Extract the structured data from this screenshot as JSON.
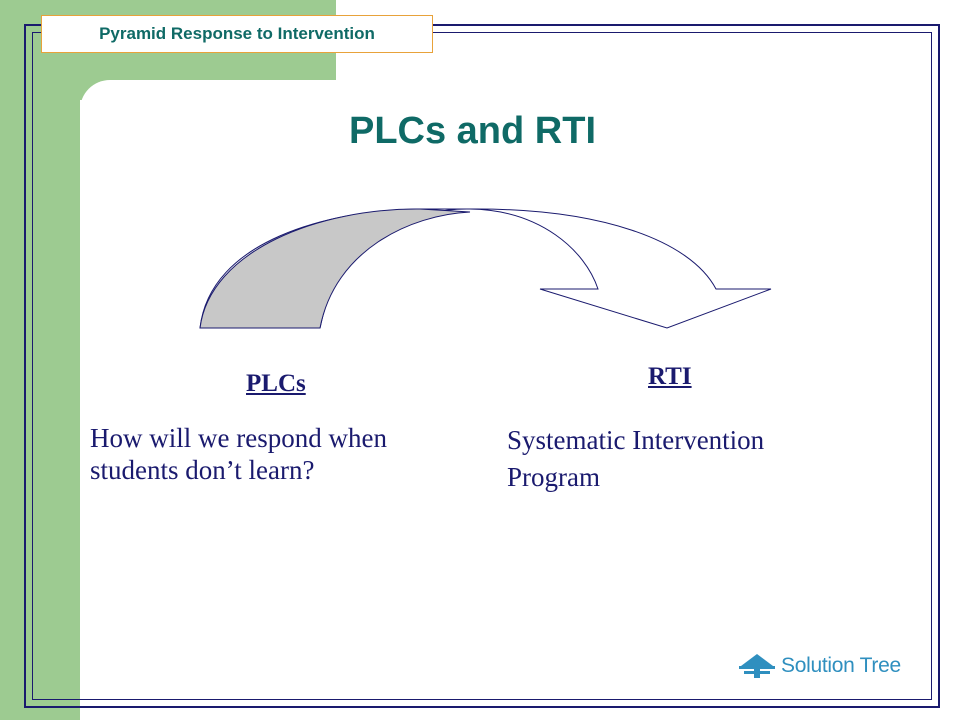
{
  "header": {
    "label": "Pyramid Response to Intervention"
  },
  "slide": {
    "title": "PLCs and RTI"
  },
  "left": {
    "heading": "PLCs",
    "text_line1": "How will we respond when",
    "text_line2": "students don’t learn?"
  },
  "right": {
    "heading": "RTI",
    "text_line1": "Systematic Intervention",
    "text_line2": "Program"
  },
  "logo": {
    "text": "Solution Tree"
  },
  "colors": {
    "accent_green": "#9dcb91",
    "title_teal": "#0f6a66",
    "text_navy": "#1a1a6e",
    "tab_border": "#e8a23a",
    "logo_blue": "#2f8fbf"
  }
}
